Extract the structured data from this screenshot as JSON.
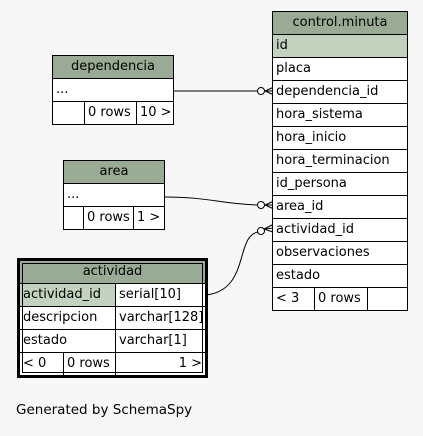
{
  "tables": {
    "dependencia": {
      "name": "dependencia",
      "ellipsis": "...",
      "rows_label": "0 rows",
      "children": "10 >"
    },
    "area": {
      "name": "area",
      "ellipsis": "...",
      "rows_label": "0 rows",
      "children": "1 >"
    },
    "actividad": {
      "name": "actividad",
      "columns": [
        {
          "name": "actividad_id",
          "type": "serial[10]"
        },
        {
          "name": "descripcion",
          "type": "varchar[128]"
        },
        {
          "name": "estado",
          "type": "varchar[1]"
        }
      ],
      "parents": "< 0",
      "rows_label": "0 rows",
      "children": "1 >"
    },
    "minuta": {
      "name": "control.minuta",
      "columns": [
        "id",
        "placa",
        "dependencia_id",
        "hora_sistema",
        "hora_inicio",
        "hora_terminacion",
        "id_persona",
        "area_id",
        "actividad_id",
        "observaciones",
        "estado"
      ],
      "parents": "< 3",
      "rows_label": "0 rows"
    }
  },
  "footer": "Generated by SchemaSpy"
}
